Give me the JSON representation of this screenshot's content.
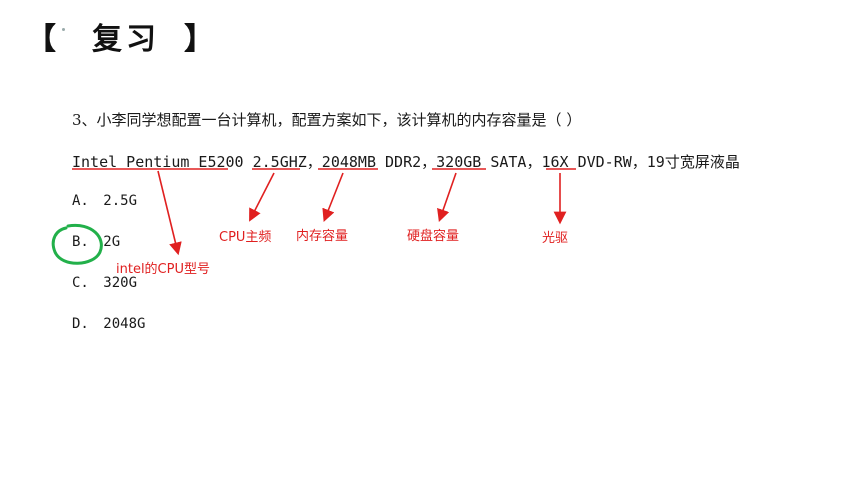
{
  "header": {
    "bracket_open": "【",
    "title": "复习",
    "bracket_close": "】"
  },
  "question": {
    "text": "3、小李同学想配置一台计算机，配置方案如下，该计算机的内存容量是（      ）",
    "spec": "Intel Pentium E5200 2.5GHZ，2048MB DDR2，320GB SATA，16X DVD-RW，19寸宽屏液晶",
    "options": [
      {
        "label": "A.",
        "value": "2.5G"
      },
      {
        "label": "B.",
        "value": "2G"
      },
      {
        "label": "C.",
        "value": "320G"
      },
      {
        "label": "D.",
        "value": "2048G"
      }
    ]
  },
  "annotations": {
    "cpu_model": "intel的CPU型号",
    "cpu_freq": "CPU主频",
    "memory": "内存容量",
    "disk": "硬盘容量",
    "optical": "光驱"
  },
  "colors": {
    "annotation": "#e02020",
    "circle": "#22b04a"
  }
}
